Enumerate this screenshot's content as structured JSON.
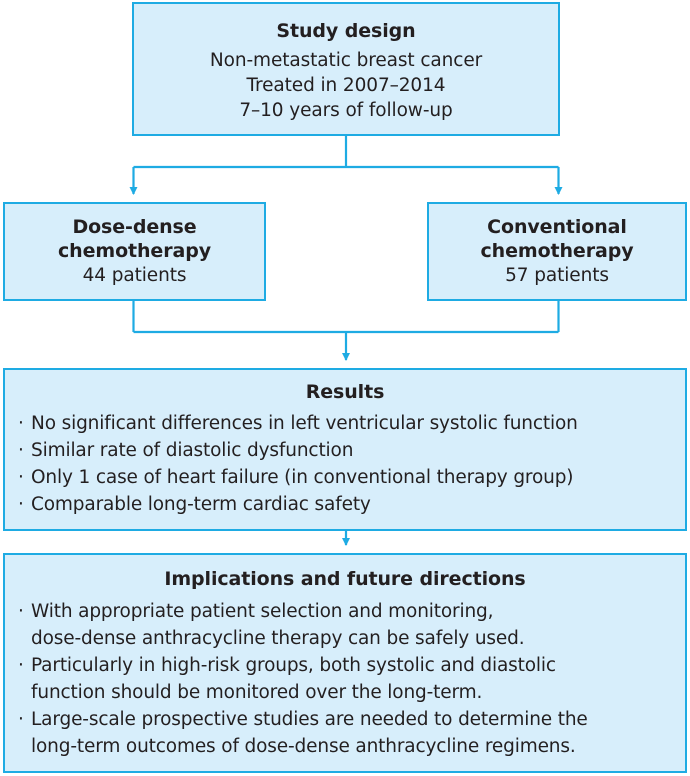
{
  "colors": {
    "box_fill": "#d7eefb",
    "box_border": "#1eabe3",
    "connector": "#1eabe3",
    "text": "#231f20"
  },
  "flow": {
    "study_design": {
      "title": "Study design",
      "lines": [
        "Non-metastatic breast cancer",
        "Treated in 2007–2014",
        "7–10 years of follow-up"
      ]
    },
    "arms": [
      {
        "title_line1": "Dose-dense",
        "title_line2": "chemotherapy",
        "count": "44 patients"
      },
      {
        "title_line1": "Conventional",
        "title_line2": "chemotherapy",
        "count": "57 patients"
      }
    ],
    "results": {
      "title": "Results",
      "bullet_marker": "·",
      "bullets": [
        {
          "line1": "No significant differences in left ventricular systolic function"
        },
        {
          "line1": "Similar rate of diastolic dysfunction"
        },
        {
          "line1": "Only 1 case of heart failure (in conventional therapy group)"
        },
        {
          "line1": "Comparable long-term cardiac safety"
        }
      ]
    },
    "implications": {
      "title": "Implications and future directions",
      "bullet_marker": "·",
      "bullets": [
        {
          "line1": "With appropriate patient selection and monitoring,",
          "line2": "dose-dense anthracycline therapy can be safely used."
        },
        {
          "line1": "Particularly in high-risk groups, both systolic and diastolic",
          "line2": "function should be monitored over the long-term."
        },
        {
          "line1": "Large-scale prospective studies are needed to determine the",
          "line2": "long-term outcomes of dose-dense anthracycline regimens."
        }
      ]
    }
  }
}
